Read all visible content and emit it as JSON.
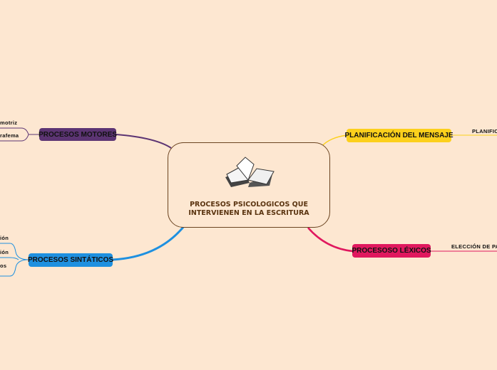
{
  "central": {
    "title": "PROCESOS PSICOLOGICOS QUE INTERVIENEN EN LA ESCRITURA",
    "icon": "open-book-icon",
    "border_color": "#6b4421"
  },
  "branches": [
    {
      "label": "PROCESOS MOTORES",
      "color": "#5c3473",
      "children": [
        "motriz",
        "rafema"
      ]
    },
    {
      "label": "PROCESOS SINTÁTICOS",
      "color": "#1e90e0",
      "children": [
        "ión",
        "ión",
        "os"
      ]
    },
    {
      "label": "PLANIFICACIÓN DEL MENSAJE",
      "color": "#fcd01c",
      "children": [
        "PLANIFIC"
      ]
    },
    {
      "label": "PROCESOSO LÉXICOS",
      "color": "#e0185e",
      "children": [
        "ELECCIÓN DE PA"
      ]
    }
  ]
}
